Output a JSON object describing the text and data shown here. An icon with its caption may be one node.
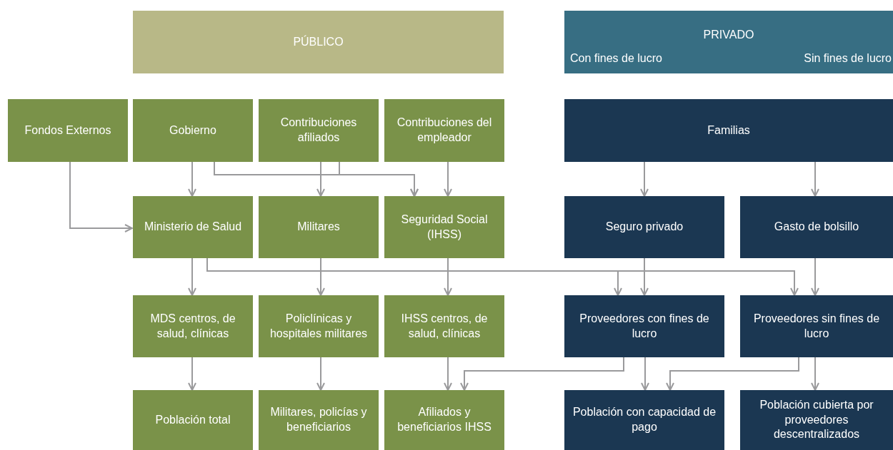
{
  "diagram": {
    "nodes": [
      {
        "text": [
          "PÚBLICO"
        ]
      },
      {
        "text": [
          "PRIVADO",
          "Con fines de lucro",
          "Sin fines de lucro"
        ]
      },
      {
        "text": [
          "Fondos Externos"
        ]
      },
      {
        "text": [
          "Gobierno"
        ]
      },
      {
        "text": [
          "Contribuciones afiliados"
        ]
      },
      {
        "text": [
          "Contribuciones del empleador"
        ]
      },
      {
        "text": [
          "Familias"
        ]
      },
      {
        "text": [
          "Ministerio de Salud"
        ]
      },
      {
        "text": [
          "Militares"
        ]
      },
      {
        "text": [
          "Seguridad Social (IHSS)"
        ]
      },
      {
        "text": [
          "Seguro privado"
        ]
      },
      {
        "text": [
          "Gasto de bolsillo"
        ]
      },
      {
        "text": [
          "MDS centros, de salud, clínicas"
        ]
      },
      {
        "text": [
          "Policlínicas y hospitales militares"
        ]
      },
      {
        "text": [
          "IHSS centros, de salud, clínicas"
        ]
      },
      {
        "text": [
          "Proveedores con fines de lucro"
        ]
      },
      {
        "text": [
          "Proveedores sin fines de lucro"
        ]
      },
      {
        "text": [
          "Población total"
        ]
      },
      {
        "text": [
          "Militares, policías y beneficiarios"
        ]
      },
      {
        "text": [
          "Afiliados y beneficiarios IHSS"
        ]
      },
      {
        "text": [
          "Población con capacidad de pago"
        ]
      },
      {
        "text": [
          "Población cubierta por proveedores descentralizados"
        ]
      }
    ],
    "edges": [
      {
        "from": 2,
        "to": 7,
        "arrow": "to"
      },
      {
        "from": 3,
        "to": 7,
        "arrow": "to"
      },
      {
        "from": 3,
        "to": 9,
        "arrow": "to"
      },
      {
        "from": 4,
        "to": 8,
        "arrow": "to"
      },
      {
        "from": 4,
        "to": 9,
        "arrow": "to"
      },
      {
        "from": 5,
        "to": 9,
        "arrow": "to"
      },
      {
        "from": 6,
        "to": 10,
        "arrow": "to"
      },
      {
        "from": 6,
        "to": 11,
        "arrow": "to"
      },
      {
        "from": 7,
        "to": 12,
        "arrow": "to"
      },
      {
        "from": 7,
        "to": 15,
        "arrow": "to"
      },
      {
        "from": 7,
        "to": 16,
        "arrow": "to"
      },
      {
        "from": 8,
        "to": 13,
        "arrow": "to"
      },
      {
        "from": 9,
        "to": 14,
        "arrow": "to"
      },
      {
        "from": 10,
        "to": 15,
        "arrow": "to"
      },
      {
        "from": 11,
        "to": 16,
        "arrow": "to"
      },
      {
        "from": 12,
        "to": 17,
        "arrow": "to"
      },
      {
        "from": 13,
        "to": 18,
        "arrow": "to"
      },
      {
        "from": 14,
        "to": 19,
        "arrow": "to"
      },
      {
        "from": 15,
        "to": 19,
        "arrow": "to"
      },
      {
        "from": 15,
        "to": 20,
        "arrow": "to"
      },
      {
        "from": 16,
        "to": 20,
        "arrow": "to"
      },
      {
        "from": 16,
        "to": 21,
        "arrow": "to"
      }
    ]
  }
}
